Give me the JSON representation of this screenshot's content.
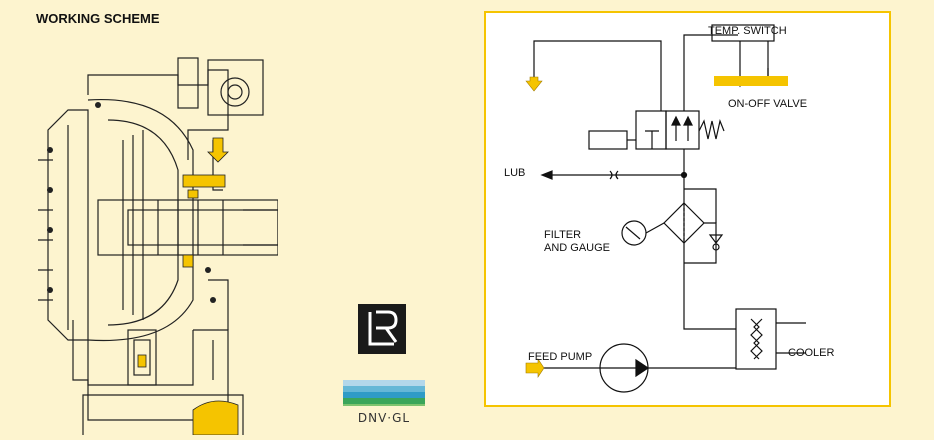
{
  "title": "WORKING SCHEME",
  "labels": {
    "temp_switch": "TEMP. SWITCH",
    "on_off_valve": "ON-OFF VALVE",
    "lub": "LUB",
    "filter_and_gauge": "FILTER\nAND GAUGE",
    "feed_pump": "FEED PUMP",
    "cooler": "COOLER"
  },
  "logos": {
    "lr": "LR",
    "dnv": "DNV·GL"
  },
  "colors": {
    "background": "#fdf4cf",
    "accent": "#f5c400",
    "line": "#111111"
  }
}
